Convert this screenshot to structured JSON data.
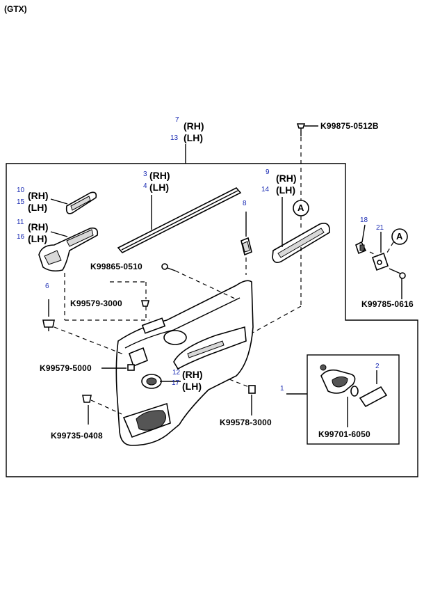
{
  "header": {
    "model": "(GTX)"
  },
  "callout_marker": "A",
  "side_rh": "(RH)",
  "side_lh": "(LH)",
  "part_numbers": {
    "top_screw": "K99875-0512B",
    "screw_mid": "K99865-0510",
    "clip_upper": "K99579-3000",
    "clip_lower": "K99579-5000",
    "bolt_bottom": "K99735-0408",
    "clip_right": "K99578-3000",
    "bulb_socket": "K99701-6050",
    "right_screw": "K99785-0616"
  },
  "ref_numbers": {
    "n1": "1",
    "n2": "2",
    "n3": "3",
    "n4": "4",
    "n6": "6",
    "n7": "7",
    "n8": "8",
    "n9": "9",
    "n10": "10",
    "n11": "11",
    "n12": "12",
    "n13": "13",
    "n14": "14",
    "n15": "15",
    "n16": "16",
    "n17": "17",
    "n18": "18",
    "n21": "21"
  }
}
